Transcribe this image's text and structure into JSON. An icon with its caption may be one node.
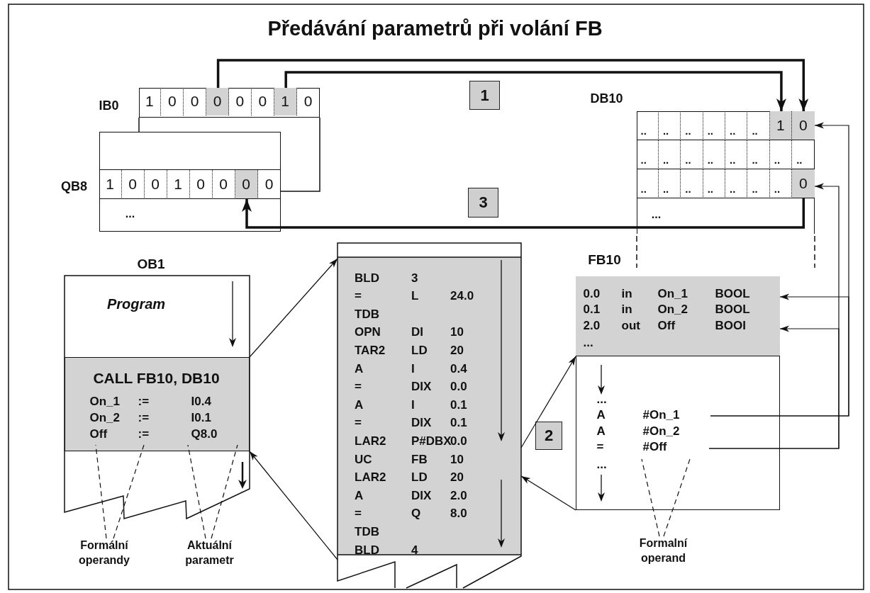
{
  "diagram": {
    "title": "Předávání parametrů při volání FB",
    "nodes": [
      {
        "text": [
          "IB0"
        ]
      },
      {
        "text": [
          "1"
        ],
        "in": 0
      },
      {
        "text": [
          "0"
        ],
        "in": 0
      },
      {
        "text": [
          "0"
        ],
        "in": 0
      },
      {
        "text": [
          "0"
        ],
        "in": 0
      },
      {
        "text": [
          "0"
        ],
        "in": 0
      },
      {
        "text": [
          "0"
        ],
        "in": 0
      },
      {
        "text": [
          "1"
        ],
        "in": 0
      },
      {
        "text": [
          "0"
        ],
        "in": 0
      },
      {
        "text": [
          "QB8",
          "..."
        ]
      },
      {
        "text": [
          "1"
        ],
        "in": 9
      },
      {
        "text": [
          "0"
        ],
        "in": 9
      },
      {
        "text": [
          "0"
        ],
        "in": 9
      },
      {
        "text": [
          "1"
        ],
        "in": 9
      },
      {
        "text": [
          "0"
        ],
        "in": 9
      },
      {
        "text": [
          "0"
        ],
        "in": 9
      },
      {
        "text": [
          "0"
        ],
        "in": 9
      },
      {
        "text": [
          "0"
        ],
        "in": 9
      },
      {
        "text": [
          "1"
        ]
      },
      {
        "text": [
          "3"
        ]
      },
      {
        "text": [
          "DB10",
          "..."
        ]
      },
      {
        "text": [
          ".."
        ],
        "in": 20
      },
      {
        "text": [
          ".."
        ],
        "in": 20
      },
      {
        "text": [
          ".."
        ],
        "in": 20
      },
      {
        "text": [
          ".."
        ],
        "in": 20
      },
      {
        "text": [
          ".."
        ],
        "in": 20
      },
      {
        "text": [
          ".."
        ],
        "in": 20
      },
      {
        "text": [
          "1"
        ],
        "in": 20
      },
      {
        "text": [
          "0"
        ],
        "in": 20
      },
      {
        "text": [
          ".."
        ],
        "in": 20
      },
      {
        "text": [
          ".."
        ],
        "in": 20
      },
      {
        "text": [
          ".."
        ],
        "in": 20
      },
      {
        "text": [
          ".."
        ],
        "in": 20
      },
      {
        "text": [
          ".."
        ],
        "in": 20
      },
      {
        "text": [
          ".."
        ],
        "in": 20
      },
      {
        "text": [
          ".."
        ],
        "in": 20
      },
      {
        "text": [
          ".."
        ],
        "in": 20
      },
      {
        "text": [
          ".."
        ],
        "in": 20
      },
      {
        "text": [
          ".."
        ],
        "in": 20
      },
      {
        "text": [
          ".."
        ],
        "in": 20
      },
      {
        "text": [
          ".."
        ],
        "in": 20
      },
      {
        "text": [
          ".."
        ],
        "in": 20
      },
      {
        "text": [
          ".."
        ],
        "in": 20
      },
      {
        "text": [
          ".."
        ],
        "in": 20
      },
      {
        "text": [
          "0"
        ],
        "in": 20
      },
      {
        "text": [
          "OB1"
        ]
      },
      {
        "text": [
          "Program"
        ],
        "in": 45
      },
      {
        "text": [
          "CALL FB10, DB10",
          "On_1",
          ":=",
          "I0.4",
          "On_2",
          ":=",
          "I0.1",
          "Off",
          ":=",
          "Q8.0"
        ],
        "in": 45
      },
      {
        "text": [
          "BLD",
          "3",
          "=",
          "L",
          "24.0",
          "TDB",
          "OPN",
          "DI",
          "10",
          "TAR2",
          "LD",
          "20",
          "A",
          "I",
          "0.4",
          "=",
          "DIX",
          "0.0",
          "A",
          "I",
          "0.1",
          "=",
          "DIX",
          "0.1",
          "LAR2",
          "P#DBX",
          "0.0",
          "UC",
          "FB",
          "10",
          "LAR2",
          "LD",
          "20",
          "A",
          "DIX",
          "2.0",
          "=",
          "Q",
          "8.0",
          "TDB",
          "BLD",
          "4"
        ]
      },
      {
        "text": [
          "2"
        ]
      },
      {
        "text": [
          "FB10"
        ]
      },
      {
        "text": [
          "0.0",
          "in",
          "On_1",
          "BOOL",
          "0.1",
          "in",
          "On_2",
          "BOOL",
          "2.0",
          "out",
          "Off",
          "BOOI",
          "..."
        ],
        "in": 50
      },
      {
        "text": [
          "...",
          "A",
          "#On_1",
          "A",
          "#On_2",
          "=",
          "#Off",
          "..."
        ],
        "in": 50
      },
      {
        "text": [
          "Formální operandy"
        ]
      },
      {
        "text": [
          "Aktuální parametr"
        ]
      },
      {
        "text": [
          "Formalní operand"
        ]
      }
    ],
    "edges": [
      {
        "from": 4,
        "to": 28,
        "arrow": "to",
        "style": "thick"
      },
      {
        "from": 7,
        "to": 27,
        "arrow": "to",
        "style": "thick"
      },
      {
        "from": 44,
        "to": 16,
        "arrow": "to",
        "style": "thick"
      },
      {
        "from": 52,
        "to": 28,
        "arrow": "to"
      },
      {
        "from": 52,
        "to": 51,
        "arrow": "to"
      },
      {
        "from": 52,
        "to": 44,
        "arrow": "to"
      },
      {
        "from": 52,
        "to": 51,
        "arrow": "to"
      },
      {
        "from": 47,
        "to": 48,
        "arrow": "to"
      },
      {
        "from": 48,
        "to": 47,
        "arrow": "to"
      },
      {
        "from": 48,
        "to": 51,
        "arrow": "to"
      },
      {
        "from": 52,
        "to": 48,
        "arrow": "to"
      },
      {
        "from": 53,
        "to": 47,
        "arrow": "none",
        "style": "dashed"
      },
      {
        "from": 53,
        "to": 47,
        "arrow": "none",
        "style": "dashed"
      },
      {
        "from": 54,
        "to": 47,
        "arrow": "none",
        "style": "dashed"
      },
      {
        "from": 54,
        "to": 47,
        "arrow": "none",
        "style": "dashed"
      },
      {
        "from": 55,
        "to": 52,
        "arrow": "none",
        "style": "dashed"
      },
      {
        "from": 55,
        "to": 52,
        "arrow": "none",
        "style": "dashed"
      }
    ]
  }
}
